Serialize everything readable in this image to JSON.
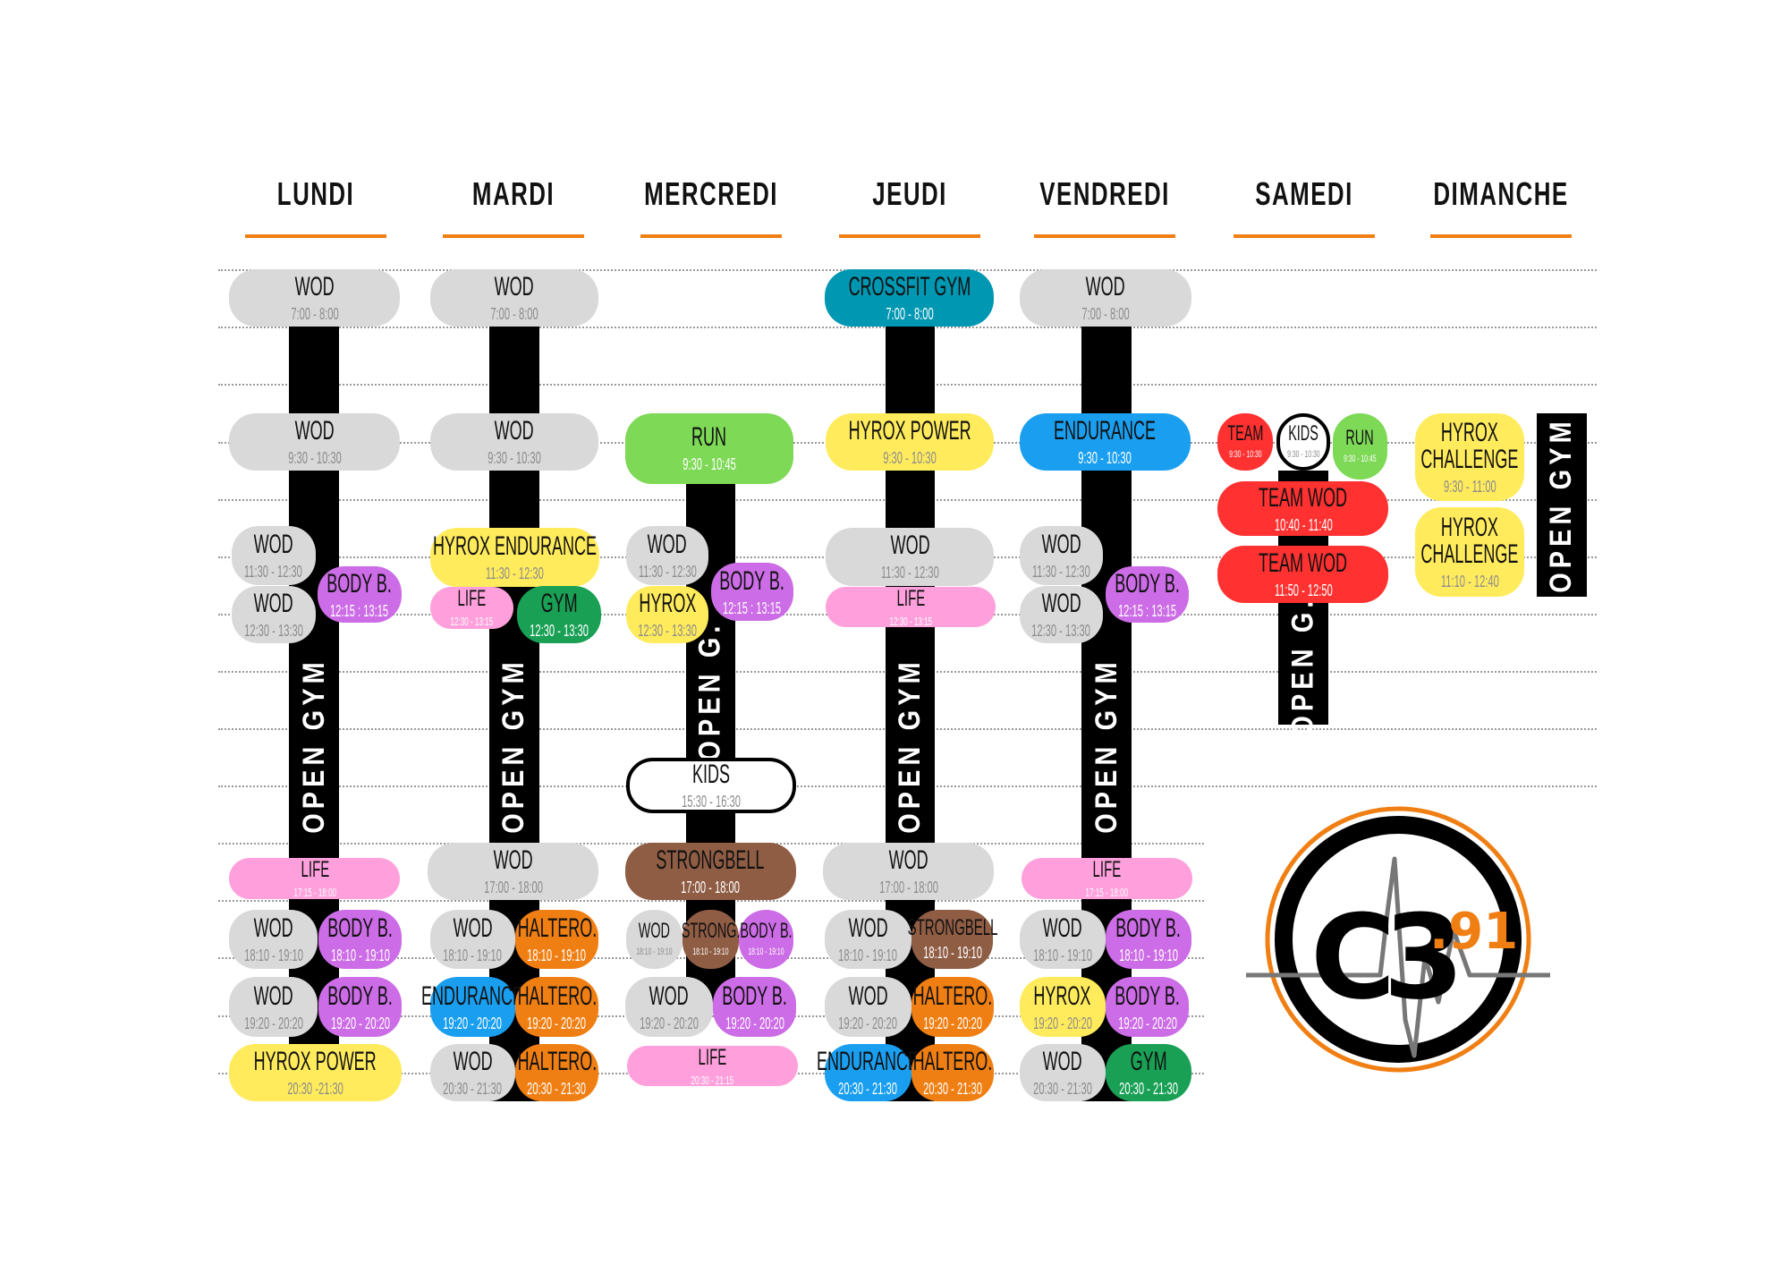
{
  "colors": {
    "gray": "#d9d9d9",
    "pink": "#ffa0dc",
    "purple": "#cc6ce6",
    "yellow": "#ffeb5c",
    "orange": "#f07f13",
    "blue": "#1a9ff0",
    "lime": "#7ed957",
    "green": "#19a055",
    "brown": "#8f5c44",
    "teal": "#0097b2",
    "red": "#ff3131",
    "white": "#ffffff",
    "accent": "#f07f13"
  },
  "days": [
    {
      "name": "LUNDI",
      "open_gym": "OPEN GYM",
      "events": [
        {
          "label": "WOD",
          "time": "7:00 - 8:00",
          "color": "gray"
        },
        {
          "label": "WOD",
          "time": "9:30 - 10:30",
          "color": "gray"
        },
        {
          "label": "WOD",
          "time": "11:30 - 12:30",
          "color": "gray"
        },
        {
          "label": "WOD",
          "time": "12:30 - 13:30",
          "color": "gray"
        },
        {
          "label": "BODY B.",
          "time": "12:15 : 13:15",
          "color": "purple"
        },
        {
          "label": "LIFE",
          "time": "17:15 - 18:00",
          "color": "pink"
        },
        {
          "label": "WOD",
          "time": "18:10 - 19:10",
          "color": "gray"
        },
        {
          "label": "BODY B.",
          "time": "18:10 - 19:10",
          "color": "purple"
        },
        {
          "label": "WOD",
          "time": "19:20 - 20:20",
          "color": "gray"
        },
        {
          "label": "BODY B.",
          "time": "19:20 - 20:20",
          "color": "purple"
        },
        {
          "label": "HYROX POWER",
          "time": "20:30 -21:30",
          "color": "yellow"
        }
      ]
    },
    {
      "name": "MARDI",
      "open_gym": "OPEN GYM",
      "events": [
        {
          "label": "WOD",
          "time": "7:00 - 8:00",
          "color": "gray"
        },
        {
          "label": "WOD",
          "time": "9:30 - 10:30",
          "color": "gray"
        },
        {
          "label": "HYROX ENDURANCE",
          "time": "11:30 - 12:30",
          "color": "yellow"
        },
        {
          "label": "LIFE",
          "time": "12:30 - 13:15",
          "color": "pink"
        },
        {
          "label": "GYM",
          "time": "12:30 - 13:30",
          "color": "green"
        },
        {
          "label": "WOD",
          "time": "17:00 - 18:00",
          "color": "gray"
        },
        {
          "label": "WOD",
          "time": "18:10 - 19:10",
          "color": "gray"
        },
        {
          "label": "HALTERO.",
          "time": "18:10 - 19:10",
          "color": "orange"
        },
        {
          "label": "ENDURANCE",
          "time": "19:20 - 20:20",
          "color": "blue"
        },
        {
          "label": "HALTERO.",
          "time": "19:20 - 20:20",
          "color": "orange"
        },
        {
          "label": "WOD",
          "time": "20:30 - 21:30",
          "color": "gray"
        },
        {
          "label": "HALTERO.",
          "time": "20:30 - 21:30",
          "color": "orange"
        }
      ]
    },
    {
      "name": "MERCREDI",
      "open_gym": "OPEN G.",
      "events": [
        {
          "label": "RUN",
          "time": "9:30 - 10:45",
          "color": "lime"
        },
        {
          "label": "WOD",
          "time": "11:30 - 12:30",
          "color": "gray"
        },
        {
          "label": "HYROX",
          "time": "12:30 - 13:30",
          "color": "yellow"
        },
        {
          "label": "BODY B.",
          "time": "12:15 : 13:15",
          "color": "purple"
        },
        {
          "label": "KIDS",
          "time": "15:30 - 16:30",
          "color": "white"
        },
        {
          "label": "STRONGBELL",
          "time": "17:00 - 18:00",
          "color": "brown"
        },
        {
          "label": "WOD",
          "time": "18:10 - 19:10",
          "color": "gray"
        },
        {
          "label": "STRONG.",
          "time": "18:10 - 19:10",
          "color": "brown"
        },
        {
          "label": "BODY B.",
          "time": "18:10 - 19:10",
          "color": "purple"
        },
        {
          "label": "WOD",
          "time": "19:20 - 20:20",
          "color": "gray"
        },
        {
          "label": "BODY B.",
          "time": "19:20 - 20:20",
          "color": "purple"
        },
        {
          "label": "LIFE",
          "time": "20:30 - 21:15",
          "color": "pink"
        }
      ]
    },
    {
      "name": "JEUDI",
      "open_gym": "OPEN GYM",
      "events": [
        {
          "label": "CROSSFIT GYM",
          "time": "7:00 - 8:00",
          "color": "teal"
        },
        {
          "label": "HYROX POWER",
          "time": "9:30 - 10:30",
          "color": "yellow"
        },
        {
          "label": "WOD",
          "time": "11:30 - 12:30",
          "color": "gray"
        },
        {
          "label": "LIFE",
          "time": "12:30 - 13:15",
          "color": "pink"
        },
        {
          "label": "WOD",
          "time": "17:00 - 18:00",
          "color": "gray"
        },
        {
          "label": "WOD",
          "time": "18:10 - 19:10",
          "color": "gray"
        },
        {
          "label": "STRONGBELL",
          "time": "18:10 - 19:10",
          "color": "brown"
        },
        {
          "label": "WOD",
          "time": "19:20 - 20:20",
          "color": "gray"
        },
        {
          "label": "HALTERO.",
          "time": "19:20 - 20:20",
          "color": "orange"
        },
        {
          "label": "ENDURANCE",
          "time": "20:30 - 21:30",
          "color": "blue"
        },
        {
          "label": "HALTERO.",
          "time": "20:30 - 21:30",
          "color": "orange"
        }
      ]
    },
    {
      "name": "VENDREDI",
      "open_gym": "OPEN GYM",
      "events": [
        {
          "label": "WOD",
          "time": "7:00 - 8:00",
          "color": "gray"
        },
        {
          "label": "ENDURANCE",
          "time": "9:30 - 10:30",
          "color": "blue"
        },
        {
          "label": "WOD",
          "time": "11:30 - 12:30",
          "color": "gray"
        },
        {
          "label": "WOD",
          "time": "12:30 - 13:30",
          "color": "gray"
        },
        {
          "label": "BODY B.",
          "time": "12:15 : 13:15",
          "color": "purple"
        },
        {
          "label": "LIFE",
          "time": "17:15 - 18:00",
          "color": "pink"
        },
        {
          "label": "WOD",
          "time": "18:10 - 19:10",
          "color": "gray"
        },
        {
          "label": "BODY B.",
          "time": "18:10 - 19:10",
          "color": "purple"
        },
        {
          "label": "HYROX",
          "time": "19:20 - 20:20",
          "color": "yellow"
        },
        {
          "label": "BODY B.",
          "time": "19:20 - 20:20",
          "color": "purple"
        },
        {
          "label": "WOD",
          "time": "20:30 - 21:30",
          "color": "gray"
        },
        {
          "label": "GYM",
          "time": "20:30 - 21:30",
          "color": "green"
        }
      ]
    },
    {
      "name": "SAMEDI",
      "open_gym": "OPEN G.",
      "events": [
        {
          "label": "TEAM",
          "time": "9:30 - 10:30",
          "color": "red"
        },
        {
          "label": "KIDS",
          "time": "9:30 - 10:30",
          "color": "white"
        },
        {
          "label": "RUN",
          "time": "9:30 - 10:45",
          "color": "lime"
        },
        {
          "label": "TEAM WOD",
          "time": "10:40 - 11:40",
          "color": "red"
        },
        {
          "label": "TEAM WOD",
          "time": "11:50 - 12:50",
          "color": "red"
        }
      ]
    },
    {
      "name": "DIMANCHE",
      "open_gym": "OPEN GYM",
      "events": [
        {
          "label": "HYROX CHALLENGE",
          "time": "9:30 - 11:00",
          "color": "yellow"
        },
        {
          "label": "HYROX CHALLENGE",
          "time": "11:10 - 12:40",
          "color": "yellow"
        }
      ]
    }
  ],
  "logo": {
    "main": "C3",
    "suffix": ".91"
  }
}
